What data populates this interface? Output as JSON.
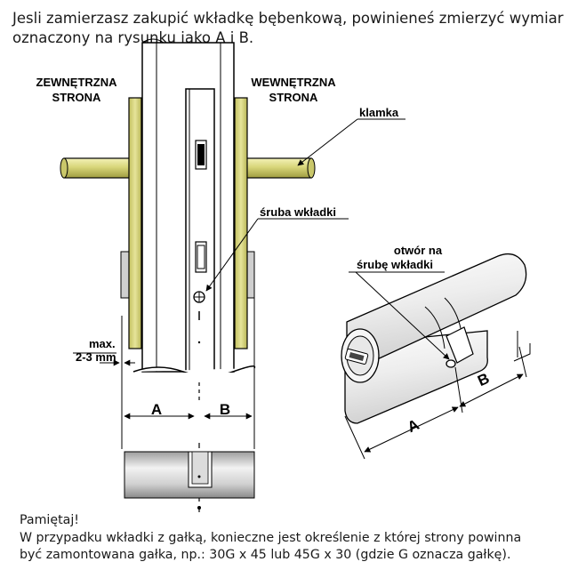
{
  "intro": "Jesli zamierzasz zakupić wkładkę bębenkową, powinieneś zmierzyć wymiar oznaczony na rysunku jako A i B.",
  "labels": {
    "outer_1": "ZEWNĘTRZNA",
    "outer_2": "STRONA",
    "inner_1": "WEWNĘTRZNA",
    "inner_2": "STRONA",
    "handle": "klamka",
    "screw": "śruba wkładki",
    "hole_1": "otwór na",
    "hole_2": "śrubę wkładki",
    "max_1": "max.",
    "max_2": "2-3 mm",
    "dim_a": "A",
    "dim_b": "B",
    "dim_a_right": "A",
    "dim_b_right": "B"
  },
  "note": {
    "line1": "Pamiętaj!",
    "line2": "W przypadku wkładki z gałką, konieczne jest określenie z której strony powinna",
    "line3": "być zamontowana gałka, np.: 30G x 45 lub 45G x 30 (gdzie G oznacza gałkę)."
  },
  "colors": {
    "handle": "#d8d67a",
    "handle_dark": "#a9a64a",
    "escutcheon": "#d2d070",
    "metal": "#c8c8c8",
    "metal_light": "#ececec"
  }
}
